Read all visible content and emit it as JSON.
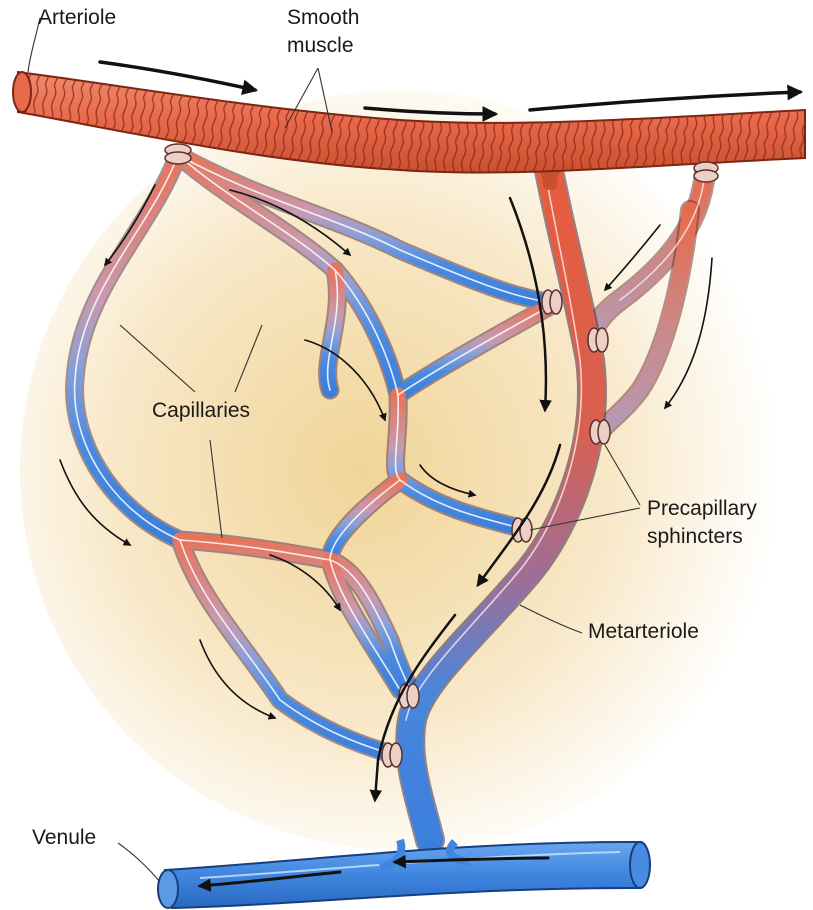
{
  "labels": {
    "arteriole": "Arteriole",
    "smooth_muscle_line1": "Smooth",
    "smooth_muscle_line2": "muscle",
    "capillaries": "Capillaries",
    "precapillary_line1": "Precapillary",
    "precapillary_line2": "sphincters",
    "metarteriole": "Metarteriole",
    "venule": "Venule"
  },
  "colors": {
    "arterial_red": "#e8674a",
    "arterial_dark": "#b8412a",
    "venous_blue": "#3f86e0",
    "venous_dark": "#1f5db0",
    "mixed_lilac": "#b89ab8",
    "sphincter": "#e9c9c0",
    "background_glow": "#f3dca4",
    "arrow": "#111111"
  }
}
